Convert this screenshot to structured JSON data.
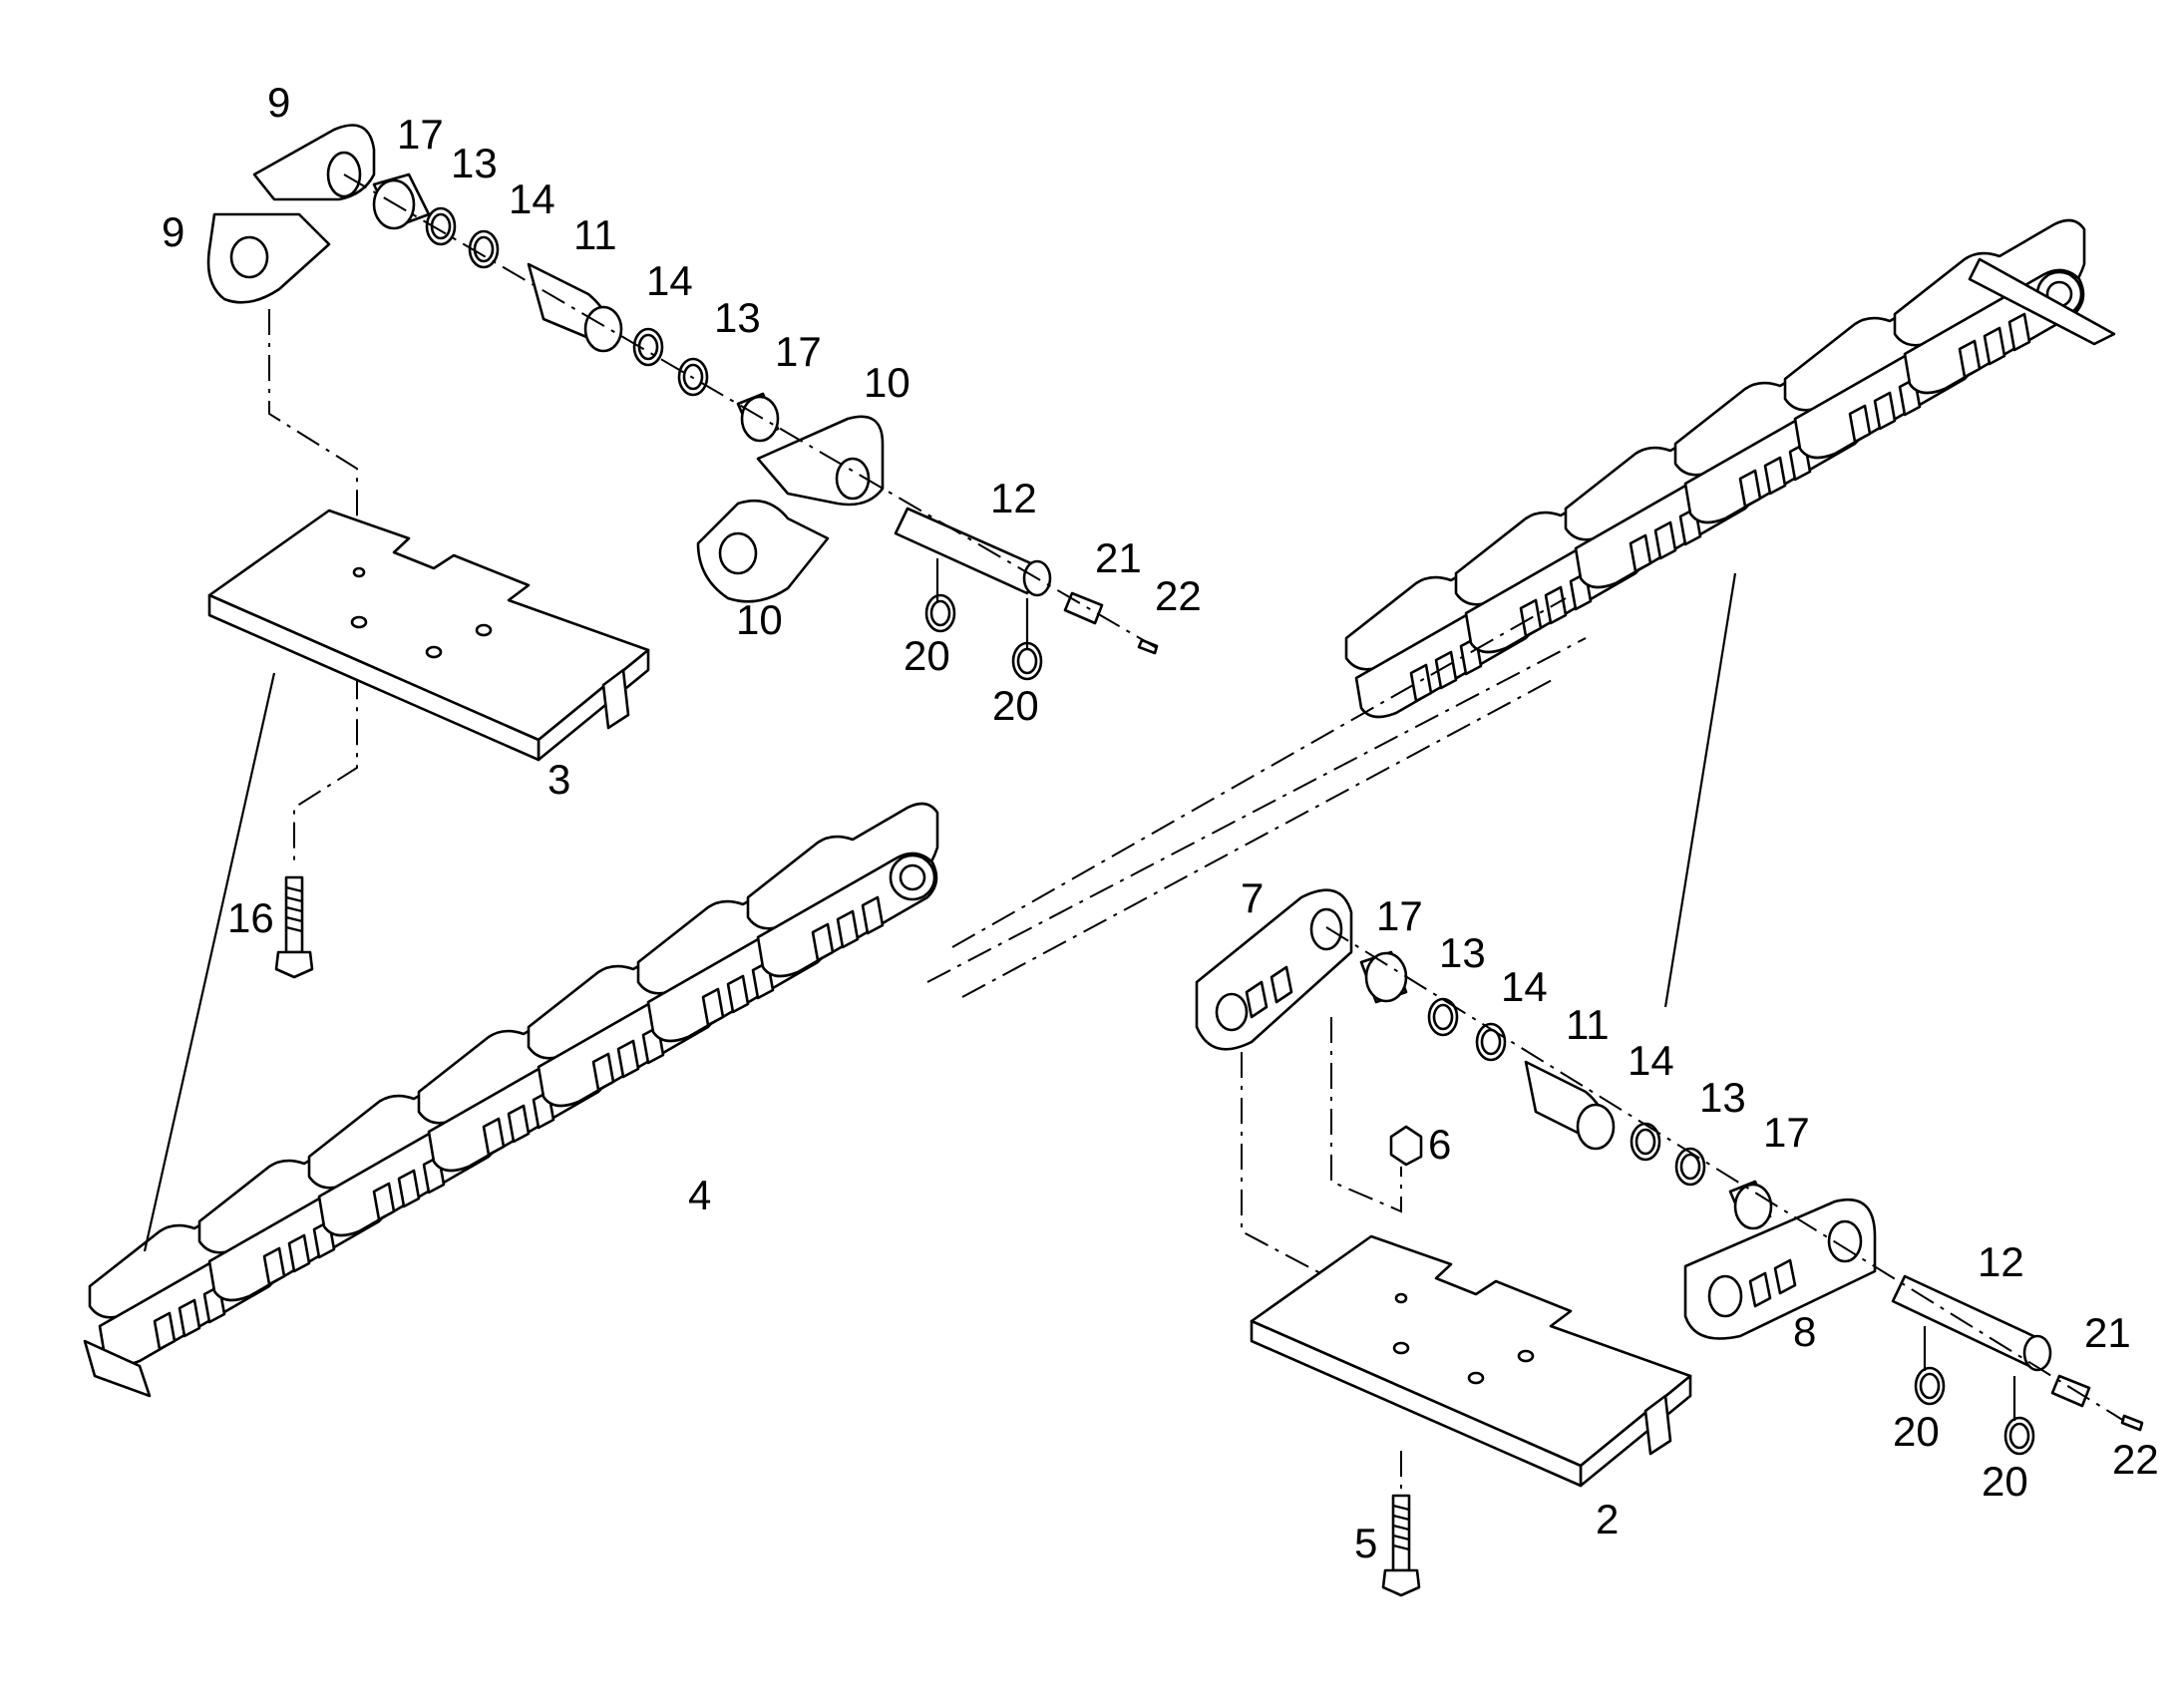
{
  "callouts": {
    "c9a": "9",
    "c9b": "9",
    "c17a": "17",
    "c13a": "13",
    "c14a": "14",
    "c11a": "11",
    "c14b": "14",
    "c13b": "13",
    "c17b": "17",
    "c10a": "10",
    "c10b": "10",
    "c12a": "12",
    "c21a": "21",
    "c22a": "22",
    "c20a": "20",
    "c20b": "20",
    "c3": "3",
    "c16": "16",
    "c4": "4",
    "c7": "7",
    "c17c": "17",
    "c13c": "13",
    "c14c": "14",
    "c11b": "11",
    "c14d": "14",
    "c13d": "13",
    "c17d": "17",
    "c6": "6",
    "c12b": "12",
    "c8": "8",
    "c21b": "21",
    "c20c": "20",
    "c20d": "20",
    "c22b": "22",
    "c2": "2",
    "c5": "5"
  }
}
